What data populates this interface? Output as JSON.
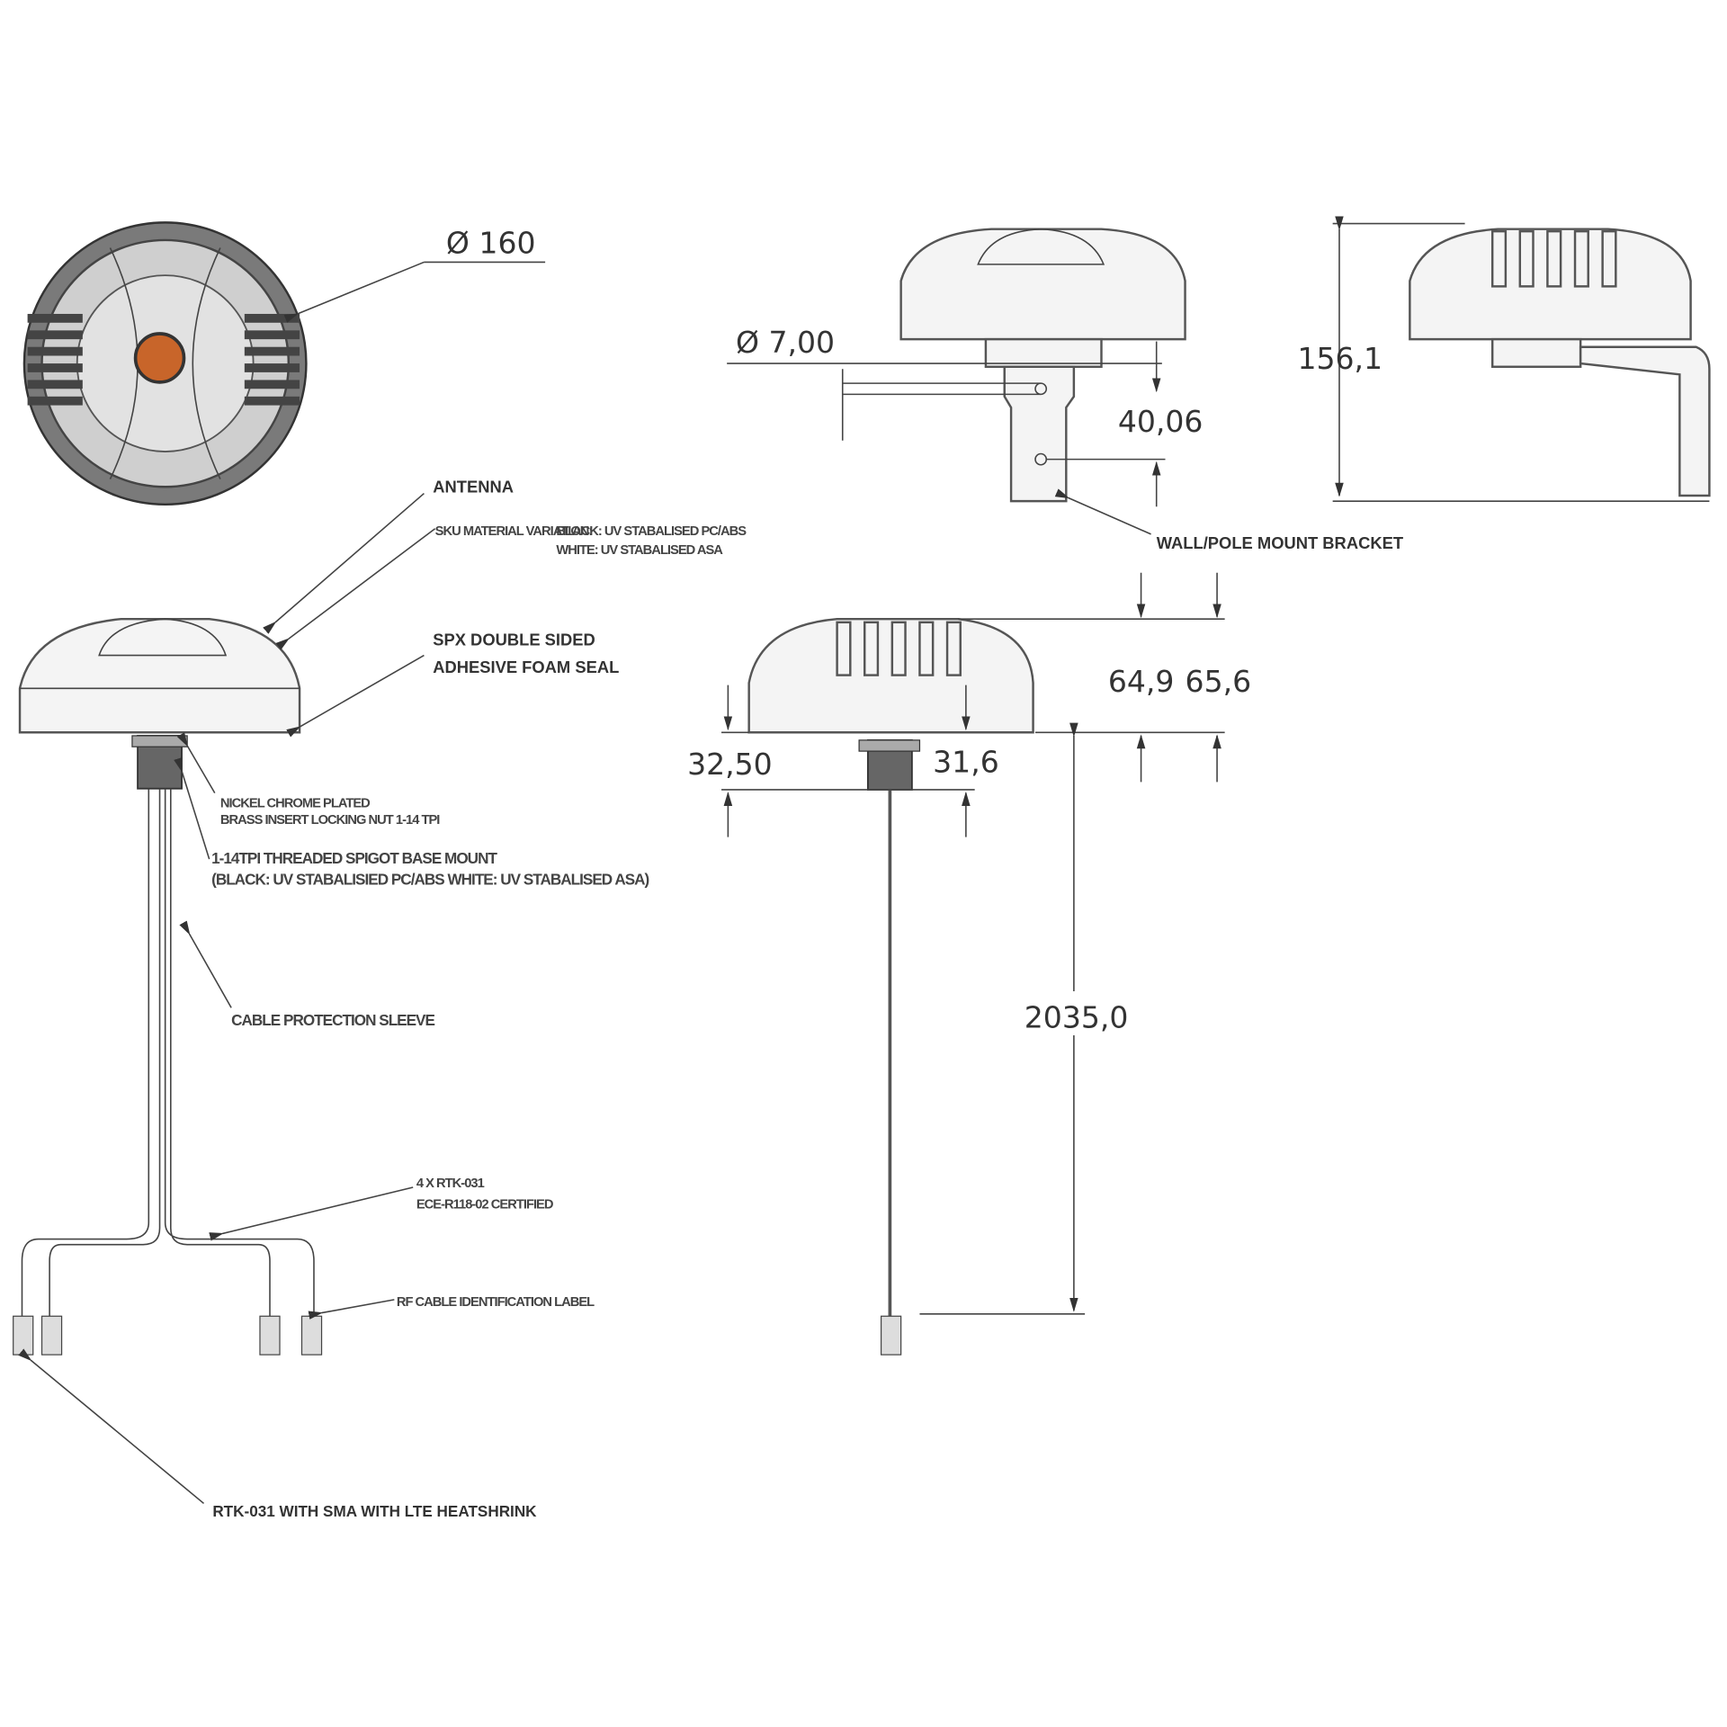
{
  "colors": {
    "line": "#444444",
    "accent": "#c8652a"
  },
  "dimensions": {
    "diameter_top": "Ø 160",
    "hole_diameter": "Ø 7,00",
    "bracket_height": "40,06",
    "overall_height": "156,1",
    "height_a": "64,9",
    "height_b": "65,6",
    "body_height": "32,50",
    "spigot_length": "31,6",
    "cable_length": "2035,0"
  },
  "labels": {
    "antenna": "ANTENNA",
    "sku_title": "SKU MATERIAL VARIATION:",
    "sku_line1": "BLACK: UV STABALISED PC/ABS",
    "sku_line2": "WHITE: UV STABALISED ASA",
    "seal_line1": "SPX DOUBLE SIDED",
    "seal_line2": "ADHESIVE FOAM SEAL",
    "nut_line1": "NICKEL CHROME PLATED",
    "nut_line2": "BRASS INSERT LOCKING NUT 1-14 TPI",
    "spigot_line1": "1-14TPI THREADED SPIGOT BASE MOUNT",
    "spigot_line2": "(BLACK: UV STABALISIED PC/ABS WHITE: UV STABALISED ASA)",
    "sleeve": "CABLE PROTECTION SLEEVE",
    "cables_line1": "4 X RTK-031",
    "cables_line2": "ECE-R118-02 CERTIFIED",
    "rf_label": "RF CABLE IDENTIFICATION LABEL",
    "connector": "RTK-031 WITH SMA WITH LTE HEATSHRINK",
    "bracket": "WALL/POLE MOUNT BRACKET"
  }
}
